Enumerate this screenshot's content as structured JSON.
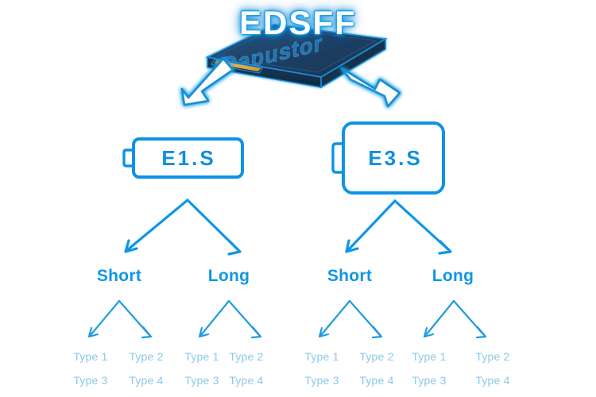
{
  "diagram": {
    "title": "EDSFF",
    "root": {
      "label": "EDSFF",
      "device_watermark": "Dapustor"
    },
    "form_factors": [
      {
        "id": "e1s",
        "label": "E1.S"
      },
      {
        "id": "e3s",
        "label": "E3.S"
      }
    ],
    "lengths": [
      {
        "id": "e1s-short",
        "label": "Short"
      },
      {
        "id": "e1s-long",
        "label": "Long"
      },
      {
        "id": "e3s-short",
        "label": "Short"
      },
      {
        "id": "e3s-long",
        "label": "Long"
      }
    ],
    "types": {
      "e1s_short": [
        "Type 1",
        "Type 2",
        "Type 3",
        "Type 4"
      ],
      "e1s_long": [
        "Type 1",
        "Type 2",
        "Type 3",
        "Type 4"
      ],
      "e3s_short": [
        "Type 1",
        "Type 2",
        "Type 3",
        "Type 4"
      ],
      "e3s_long": [
        "Type 1",
        "Type 2",
        "Type 3",
        "Type 4"
      ]
    },
    "colors": {
      "accent_blue": "#0f96e6",
      "deep_blue": "#0b7fd0",
      "glow_blue": "#17a3e8",
      "light_blue": "#8cc8e8",
      "device_body": "#1b3a5c",
      "device_top": "#22486e",
      "device_edge": "#12293f",
      "connector_gold": "#e8a830",
      "background": "#ffffff"
    }
  }
}
